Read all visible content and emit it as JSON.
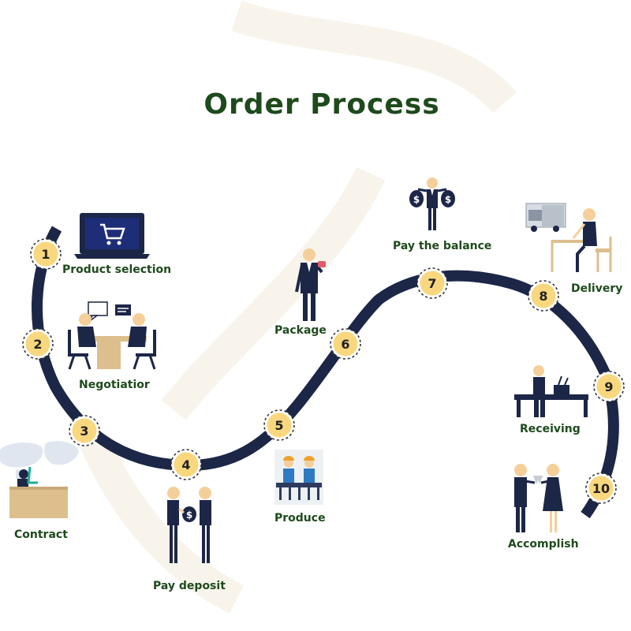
{
  "title": "Order Process",
  "colors": {
    "path": "#1c2647",
    "badge": "#f9d77e",
    "label": "#1e4a1c",
    "skin": "#f5cf9a",
    "suit": "#1c2647",
    "desk": "#dcbf8d"
  },
  "steps": [
    {
      "number": "1",
      "label": "Product selection",
      "icon": "laptop-cart-icon"
    },
    {
      "number": "2",
      "label": "Negotiatior",
      "icon": "meeting-icon"
    },
    {
      "number": "3",
      "label": "Contract",
      "icon": "desk-world-map-icon"
    },
    {
      "number": "4",
      "label": "Pay deposit",
      "icon": "money-handover-icon"
    },
    {
      "number": "5",
      "label": "Produce",
      "icon": "factory-workers-icon"
    },
    {
      "number": "6",
      "label": "Package",
      "icon": "businessman-icon"
    },
    {
      "number": "7",
      "label": "Pay the balance",
      "icon": "money-bags-icon"
    },
    {
      "number": "8",
      "label": "Delivery",
      "icon": "truck-icon"
    },
    {
      "number": "9",
      "label": "Receiving",
      "icon": "receiving-desk-icon"
    },
    {
      "number": "10",
      "label": "Accomplish",
      "icon": "celebration-icon"
    }
  ]
}
